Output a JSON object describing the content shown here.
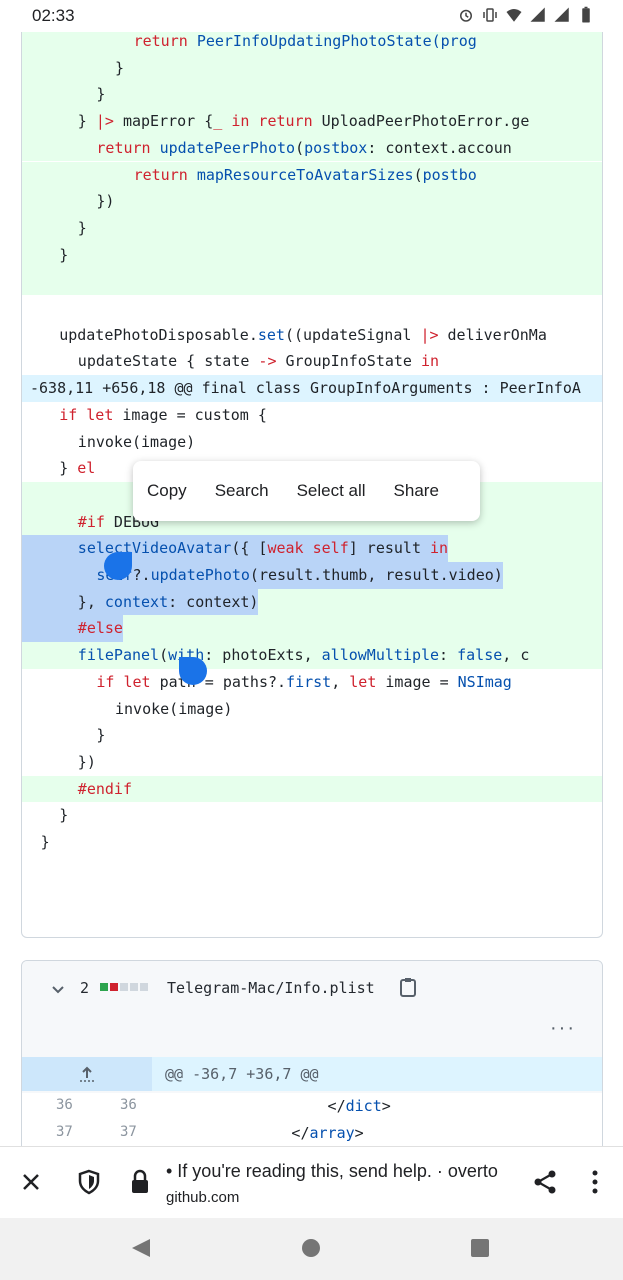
{
  "status_bar": {
    "time": "02:33",
    "icons": [
      "alarm-icon",
      "vibrate-icon",
      "wifi-icon",
      "signal-icon",
      "signal-icon",
      "battery-icon"
    ]
  },
  "code_lines": [
    {
      "indent": 12,
      "type": "add",
      "parts": [
        [
          "kw",
          "return "
        ],
        [
          "fn",
          "PeerInfoUpdatingPhotoState(prog"
        ]
      ]
    },
    {
      "indent": 10,
      "type": "add",
      "parts": [
        [
          "txt",
          "}"
        ]
      ]
    },
    {
      "indent": 8,
      "type": "add",
      "parts": [
        [
          "txt",
          "}"
        ]
      ]
    },
    {
      "indent": 6,
      "type": "add",
      "parts": [
        [
          "txt",
          "} "
        ],
        [
          "kw",
          "|>"
        ],
        [
          "txt",
          " mapError {"
        ],
        [
          "kw",
          "_"
        ],
        [
          "txt",
          " "
        ],
        [
          "kw",
          "in"
        ],
        [
          "txt",
          " "
        ],
        [
          "kw",
          "return"
        ],
        [
          "txt",
          " UploadPeerPhotoError.ge"
        ]
      ]
    },
    {
      "indent": 8,
      "type": "add",
      "parts": [
        [
          "kw",
          "return "
        ],
        [
          "fn",
          "updatePeerPhoto"
        ],
        [
          "txt",
          "("
        ],
        [
          "fn",
          "postbox"
        ],
        [
          "txt",
          ": context.accoun"
        ]
      ]
    },
    {
      "indent": 12,
      "type": "add",
      "parts": [
        [
          "kw",
          "return "
        ],
        [
          "fn",
          "mapResourceToAvatarSizes"
        ],
        [
          "txt",
          "("
        ],
        [
          "fn",
          "postbo"
        ]
      ]
    },
    {
      "indent": 8,
      "type": "add",
      "parts": [
        [
          "txt",
          "})"
        ]
      ]
    },
    {
      "indent": 6,
      "type": "add",
      "parts": [
        [
          "txt",
          "}"
        ]
      ]
    },
    {
      "indent": 4,
      "type": "add",
      "parts": [
        [
          "txt",
          "}"
        ]
      ]
    },
    {
      "indent": 0,
      "type": "add",
      "parts": [
        [
          "txt",
          ""
        ]
      ]
    },
    {
      "indent": 0,
      "type": "plain",
      "parts": [
        [
          "txt",
          ""
        ]
      ]
    },
    {
      "indent": 4,
      "type": "plain",
      "parts": [
        [
          "txt",
          "updatePhotoDisposable."
        ],
        [
          "fn",
          "set"
        ],
        [
          "txt",
          "((updateSignal "
        ],
        [
          "kw",
          "|>"
        ],
        [
          "txt",
          " deliverOnMa"
        ]
      ]
    },
    {
      "indent": 6,
      "type": "plain",
      "parts": [
        [
          "txt",
          "updateState { state "
        ],
        [
          "kw",
          "->"
        ],
        [
          "txt",
          " GroupInfoState "
        ],
        [
          "kw",
          "in"
        ]
      ]
    },
    {
      "indent": 0,
      "type": "hunk",
      "parts": [
        [
          "txt",
          "-638,11 +656,18 @@ final class GroupInfoArguments : PeerInfoA"
        ]
      ]
    },
    {
      "indent": 4,
      "type": "plain",
      "parts": [
        [
          "kw",
          "if"
        ],
        [
          "txt",
          " "
        ],
        [
          "kw",
          "let"
        ],
        [
          "txt",
          " image = custom {"
        ]
      ]
    },
    {
      "indent": 6,
      "type": "plain",
      "parts": [
        [
          "txt",
          "invoke(image)"
        ]
      ]
    },
    {
      "indent": 4,
      "type": "plain",
      "parts": [
        [
          "txt",
          "} "
        ],
        [
          "kw",
          "el"
        ]
      ]
    },
    {
      "indent": 0,
      "type": "add",
      "parts": [
        [
          "txt",
          ""
        ]
      ]
    },
    {
      "indent": 6,
      "type": "add",
      "parts": [
        [
          "kw",
          "#if"
        ],
        [
          "txt",
          " DEBUG"
        ]
      ]
    },
    {
      "indent": 6,
      "type": "sel",
      "parts": [
        [
          "fn",
          "selectVideoAvatar"
        ],
        [
          "txt",
          "({ ["
        ],
        [
          "kw",
          "weak"
        ],
        [
          "txt",
          " "
        ],
        [
          "kw",
          "self"
        ],
        [
          "txt",
          "] result "
        ],
        [
          "kw",
          "in"
        ]
      ]
    },
    {
      "indent": 8,
      "type": "sel",
      "parts": [
        [
          "fn",
          "self"
        ],
        [
          "txt",
          "?."
        ],
        [
          "fn",
          "updatePhoto"
        ],
        [
          "txt",
          "(result.thumb, result.video)"
        ]
      ]
    },
    {
      "indent": 6,
      "type": "sel",
      "parts": [
        [
          "txt",
          "}, "
        ],
        [
          "fn",
          "context"
        ],
        [
          "txt",
          ": context)"
        ]
      ]
    },
    {
      "indent": 6,
      "type": "sel",
      "parts": [
        [
          "kw",
          "#else"
        ]
      ]
    },
    {
      "indent": 6,
      "type": "add",
      "parts": [
        [
          "fn",
          "filePanel"
        ],
        [
          "txt",
          "("
        ],
        [
          "fn",
          "with"
        ],
        [
          "txt",
          ": photoExts, "
        ],
        [
          "fn",
          "allowMultiple"
        ],
        [
          "txt",
          ": "
        ],
        [
          "fn",
          "false"
        ],
        [
          "txt",
          ", c"
        ]
      ]
    },
    {
      "indent": 8,
      "type": "plain",
      "parts": [
        [
          "kw",
          "if"
        ],
        [
          "txt",
          " "
        ],
        [
          "kw",
          "let"
        ],
        [
          "txt",
          " path = paths?."
        ],
        [
          "fn",
          "first"
        ],
        [
          "txt",
          ", "
        ],
        [
          "kw",
          "let"
        ],
        [
          "txt",
          " image = "
        ],
        [
          "fn",
          "NSImag"
        ]
      ]
    },
    {
      "indent": 10,
      "type": "plain",
      "parts": [
        [
          "txt",
          "invoke(image)"
        ]
      ]
    },
    {
      "indent": 8,
      "type": "plain",
      "parts": [
        [
          "txt",
          "}"
        ]
      ]
    },
    {
      "indent": 6,
      "type": "plain",
      "parts": [
        [
          "txt",
          "})"
        ]
      ]
    },
    {
      "indent": 6,
      "type": "add",
      "parts": [
        [
          "kw",
          "#endif"
        ]
      ]
    },
    {
      "indent": 4,
      "type": "plain",
      "parts": [
        [
          "txt",
          "}"
        ]
      ]
    },
    {
      "indent": 2,
      "type": "plain",
      "parts": [
        [
          "txt",
          "}"
        ]
      ]
    }
  ],
  "context_menu": {
    "copy": "Copy",
    "search": "Search",
    "select_all": "Select all",
    "share": "Share"
  },
  "file": {
    "changes": "2",
    "name": "Telegram-Mac/Info.plist",
    "more": "···",
    "hunk": "@@ -36,7 +36,7 @@",
    "rows": [
      {
        "old": "36",
        "new": "36",
        "code_pre": "                  </",
        "code_tag": "dict",
        "code_post": ">"
      },
      {
        "old": "37",
        "new": "37",
        "code_pre": "              </",
        "code_tag": "array",
        "code_post": ">"
      }
    ]
  },
  "browser": {
    "title": "• If you're reading this, send help. · overto",
    "domain": "github.com"
  },
  "colors": {
    "accent": "#1a73e8",
    "add_bg": "#e6ffec",
    "hunk_bg": "#ddf4ff",
    "keyword": "#cf222e",
    "entity": "#0550ae"
  }
}
